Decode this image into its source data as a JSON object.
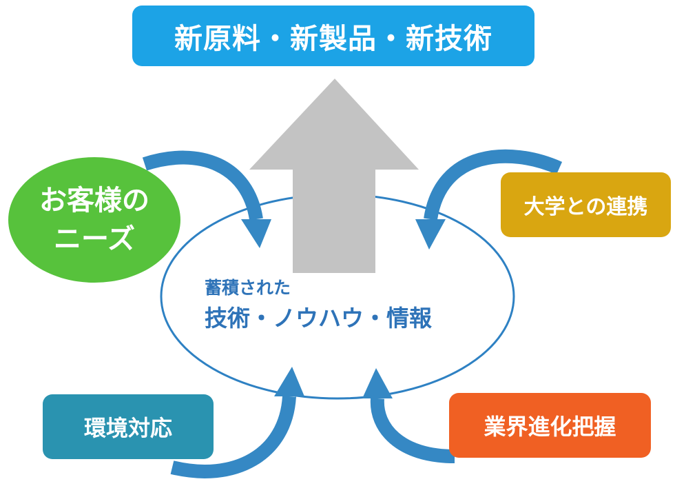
{
  "top": {
    "label": "新原料・新製品・新技術"
  },
  "customer": {
    "line1": "お客様の",
    "line2": "ニーズ"
  },
  "university": {
    "label": "大学との連携"
  },
  "environment": {
    "label": "環境対応"
  },
  "industry": {
    "label": "業界進化把握"
  },
  "center": {
    "line1": "蓄積された",
    "line2": "技術・ノウハウ・情報"
  },
  "colors": {
    "top": "#1ca3e6",
    "customer": "#57c23c",
    "university": "#d9a611",
    "environment": "#2a93b0",
    "industry": "#f06023",
    "ellipse_stroke": "#2e81c3",
    "flow_arrow": "#3588c4",
    "up_arrow": "#c3c3c3",
    "center_text": "#2e73b8"
  }
}
